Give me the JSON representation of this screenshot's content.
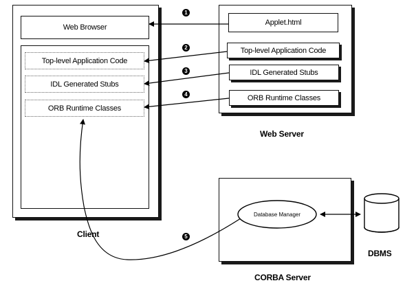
{
  "client": {
    "label": "Client",
    "web_browser": "Web Browser",
    "app_code": "Top-level Application Code",
    "idl_stubs": "IDL Generated Stubs",
    "orb_classes": "ORB Runtime Classes"
  },
  "web_server": {
    "label": "Web Server",
    "applet": "Applet.html",
    "app_code": "Top-level Application Code",
    "idl_stubs": "IDL Generated Stubs",
    "orb_classes": "ORB Runtime Classes"
  },
  "corba_server": {
    "label": "CORBA Server",
    "db_manager": "Database Manager"
  },
  "dbms": {
    "label": "DBMS"
  },
  "steps": [
    "1",
    "2",
    "3",
    "4",
    "5"
  ]
}
